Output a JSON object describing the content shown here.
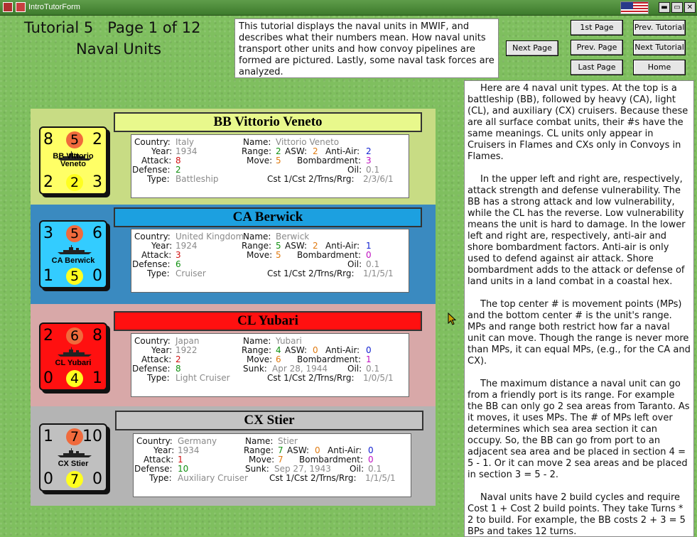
{
  "window": {
    "title": "IntroTutorForm",
    "min_glyph": "▬",
    "max_glyph": "▭",
    "close_glyph": "✕"
  },
  "header": {
    "title": "Tutorial 5   Page 1 of 12",
    "subtitle": "Naval Units",
    "intro": "This tutorial displays the naval units in MWIF, and describes what their numbers mean.  How naval units transport other units and how convoy pipelines are formed are pictured.  Lastly, some naval task forces are analyzed."
  },
  "nav": {
    "next_page": "Next Page",
    "first_page": "1st Page",
    "prev_page": "Prev. Page",
    "last_page": "Last Page",
    "prev_tutorial": "Prev. Tutorial",
    "next_tutorial": "Next Tutorial",
    "home": "Home"
  },
  "panel": {
    "p1": "Here are 4 naval unit types. At the top is a battleship (BB), followed by heavy (CA), light (CL), and auxiliary (CX) cruisers. Because these are all surface combat units, their #s have the same meanings. CL units only appear in Cruisers in Flames and CXs only in Convoys in Flames.",
    "p2": "In the upper left and right are, respectively, attack strength and defense vulnerability.  The BB has a strong attack and low vulnerability, while the CL has the reverse.  Low vulnerability means the unit is hard to damage.  In the lower left and right are, respectively, anti-air and shore bombardment factors. Anti-air is only used to defend against air attack.  Shore bombardment adds to the attack or defense of land units in a land combat in a coastal hex.",
    "p3": "The top center # is movement points (MPs) and the bottom center # is the unit's range.  MPs and range both restrict how far a naval unit can move.  Though the range is never more than MPs, it can equal MPs, (e.g., for the CA and CX).",
    "p4": "The maximum distance a naval unit can go from a friendly port is its range.  For example the BB can only go 2 sea areas from Taranto.  As it moves, it uses MPs. The # of MPs left over determines which sea area section it can occupy.  So, the BB can go from port to an adjacent sea area and be placed in section 4 = 5 - 1.  Or it can move 2 sea areas and be placed in section 3 = 5 - 2.",
    "p5": "Naval units have 2 build cycles and require Cost 1 + Cost 2 build points. They take Turns * 2 to build.  For example, the BB costs 2 + 3 = 5 BPs and takes 12 turns."
  },
  "labels": {
    "country": "Country:",
    "year": "Year:",
    "attack": "Attack:",
    "defense": "Defense:",
    "type": "Type:",
    "name": "Name:",
    "range": "Range:",
    "asw": "ASW:",
    "anti_air": "Anti-Air:",
    "move": "Move:",
    "bombardment": "Bombardment:",
    "sunk": "Sunk:",
    "oil": "Oil:",
    "cost": "Cst 1/Cst 2/Trns/Rrg:"
  },
  "units": [
    {
      "header": "BB Vittorio Veneto",
      "counter": {
        "tl": "8",
        "tc": "5",
        "tr": "2",
        "bl": "2",
        "bc": "2",
        "br": "3",
        "name": "BB Vittorio Veneto",
        "color": "#ffff66"
      },
      "country": "Italy",
      "year": "1934",
      "attack": "8",
      "defense": "2",
      "type": "Battleship",
      "name": "Vittorio Veneto",
      "range": "2",
      "asw": "2",
      "anti_air": "2",
      "move": "5",
      "bombardment": "3",
      "sunk": "",
      "oil": "0.1",
      "cost": "2/3/6/1",
      "section_color": "#c8dc84",
      "header_color": "#e8f88c"
    },
    {
      "header": "CA Berwick",
      "counter": {
        "tl": "3",
        "tc": "5",
        "tr": "6",
        "bl": "1",
        "bc": "5",
        "br": "0",
        "name": "CA Berwick",
        "color": "#33ccff"
      },
      "country": "United Kingdom",
      "year": "1924",
      "attack": "3",
      "defense": "6",
      "type": "Cruiser",
      "name": "Berwick",
      "range": "5",
      "asw": "2",
      "anti_air": "1",
      "move": "5",
      "bombardment": "0",
      "sunk": "",
      "oil": "0.1",
      "cost": "1/1/5/1",
      "section_color": "#3a8ac0",
      "header_color": "#1ca0e0"
    },
    {
      "header": "CL Yubari",
      "counter": {
        "tl": "2",
        "tc": "6",
        "tr": "8",
        "bl": "0",
        "bc": "4",
        "br": "1",
        "name": "CL Yubari",
        "color": "#ff1010"
      },
      "country": "Japan",
      "year": "1922",
      "attack": "2",
      "defense": "8",
      "type": "Light Cruiser",
      "name": "Yubari",
      "range": "4",
      "asw": "0",
      "anti_air": "0",
      "move": "6",
      "bombardment": "1",
      "sunk": "Apr 28, 1944",
      "oil": "0.1",
      "cost": "1/0/5/1",
      "section_color": "#d8a8a8",
      "header_color": "#ff1010"
    },
    {
      "header": "CX Stier",
      "counter": {
        "tl": "1",
        "tc": "7",
        "tr": "10",
        "bl": "0",
        "bc": "7",
        "br": "0",
        "name": "CX Stier",
        "color": "#c0c0c0"
      },
      "country": "Germany",
      "year": "1934",
      "attack": "1",
      "defense": "10",
      "type": "Auxiliary Cruiser",
      "name": "Stier",
      "range": "7",
      "asw": "0",
      "anti_air": "0",
      "move": "7",
      "bombardment": "0",
      "sunk": "Sep 27, 1943",
      "oil": "0.1",
      "cost": "1/1/5/1",
      "section_color": "#b4b4b4",
      "header_color": "#c4c4c4"
    }
  ]
}
